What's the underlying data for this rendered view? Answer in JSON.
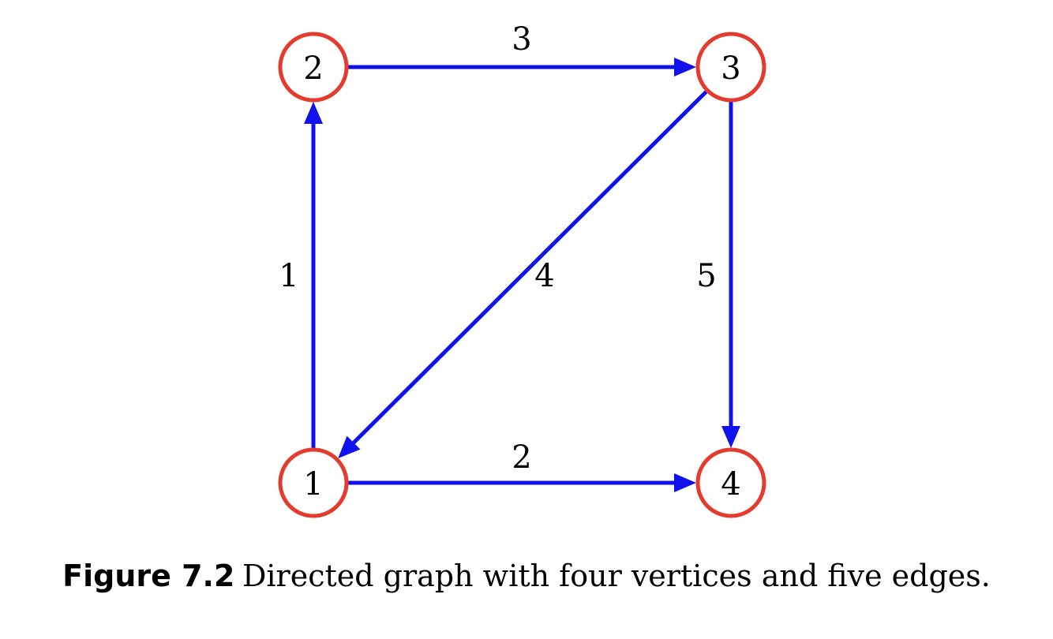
{
  "figure": {
    "label": "Figure 7.2",
    "caption": "Directed graph with four vertices and five edges."
  },
  "colors": {
    "node_stroke": "#e33b2e",
    "edge": "#1111ee",
    "text": "#000000"
  },
  "graph": {
    "nodes": [
      {
        "id": "1",
        "label": "1"
      },
      {
        "id": "2",
        "label": "2"
      },
      {
        "id": "3",
        "label": "3"
      },
      {
        "id": "4",
        "label": "4"
      }
    ],
    "edges": [
      {
        "from": "1",
        "to": "2",
        "weight": "1"
      },
      {
        "from": "1",
        "to": "4",
        "weight": "2"
      },
      {
        "from": "2",
        "to": "3",
        "weight": "3"
      },
      {
        "from": "3",
        "to": "1",
        "weight": "4"
      },
      {
        "from": "3",
        "to": "4",
        "weight": "5"
      }
    ]
  }
}
